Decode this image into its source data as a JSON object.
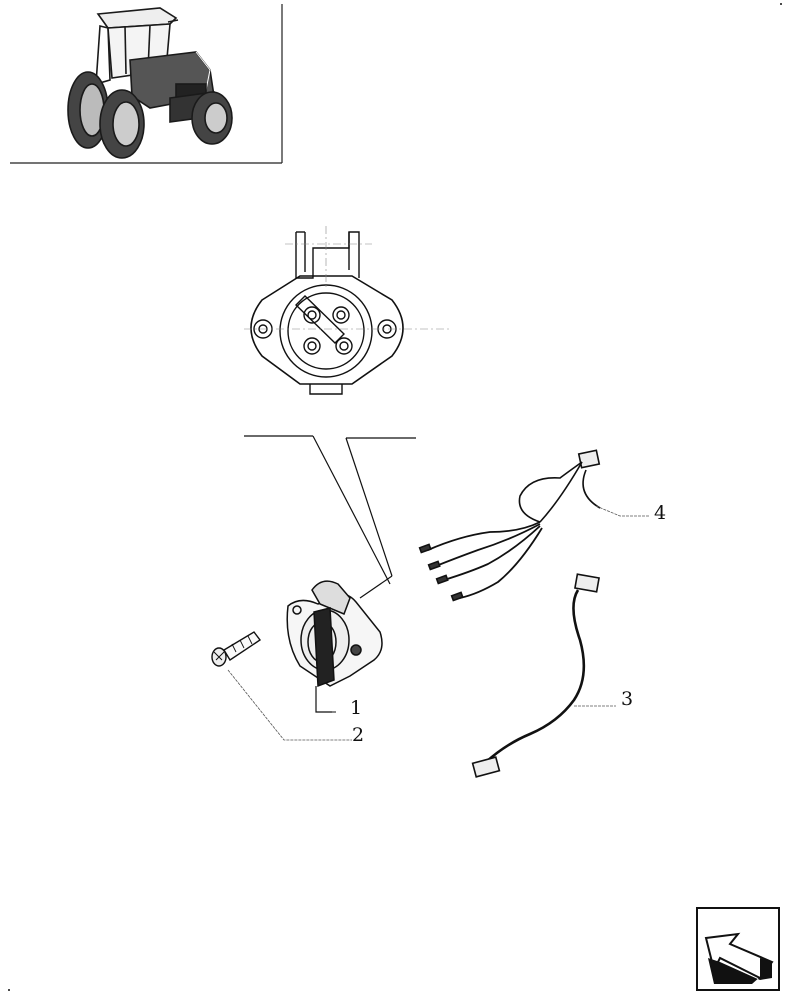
{
  "diagram": {
    "callouts": [
      {
        "id": "1",
        "label": "1"
      },
      {
        "id": "2",
        "label": "2"
      },
      {
        "id": "3",
        "label": "3"
      },
      {
        "id": "4",
        "label": "4"
      }
    ],
    "thumbnail_icon": "tractor-icon",
    "navigation_icon": "back-arrow-icon"
  }
}
